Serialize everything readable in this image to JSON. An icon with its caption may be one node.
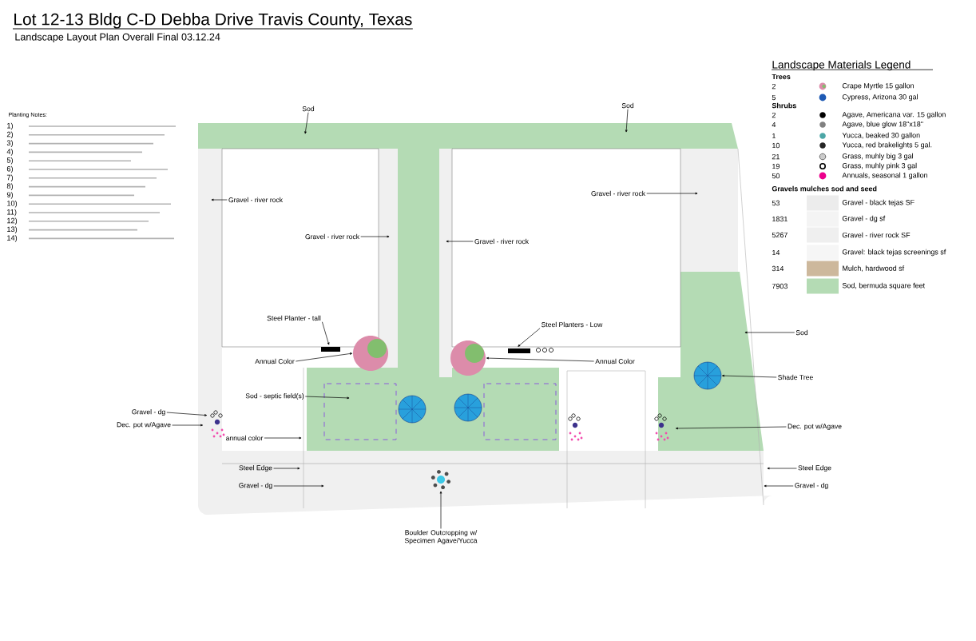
{
  "diagram": {
    "title": "Lot 12-13 Bldg C-D Debba Drive Travis County, Texas",
    "caption": "Landscape Layout Plan Overall Final 03.12.24",
    "nodes": [
      {
        "text": [
          "Sod"
        ]
      },
      {
        "text": [
          "Sod"
        ]
      },
      {
        "text": [
          "Gravel - river rock"
        ]
      },
      {
        "text": [
          "Gravel - river rock"
        ]
      },
      {
        "text": [
          "Gravel - river rock"
        ]
      },
      {
        "text": [
          "Gravel - river rock"
        ]
      },
      {
        "text": [
          "Steel Planter - tall"
        ]
      },
      {
        "text": [
          "Steel Planters - Low"
        ]
      },
      {
        "text": [
          "Annual Color"
        ]
      },
      {
        "text": [
          "Annual Color"
        ]
      },
      {
        "text": [
          "Sod - septic field(s)"
        ]
      },
      {
        "text": [
          "Sod"
        ]
      },
      {
        "text": [
          "Shade Tree"
        ]
      },
      {
        "text": [
          "Gravel - dg"
        ]
      },
      {
        "text": [
          "Dec. pot w/Agave"
        ]
      },
      {
        "text": [
          "annual color"
        ]
      },
      {
        "text": [
          "Dec. pot w/Agave"
        ]
      },
      {
        "text": [
          "Steel Edge"
        ]
      },
      {
        "text": [
          "Steel Edge"
        ]
      },
      {
        "text": [
          "Gravel - dg"
        ]
      },
      {
        "text": [
          "Gravel - dg"
        ]
      },
      {
        "text": [
          "Boulder Outcropping w/ Specimen Agave/Yucca"
        ]
      },
      {
        "text": [],
        "shape": "picture"
      },
      {
        "text": [],
        "shape": "picture"
      },
      {
        "text": [],
        "shape": "picture"
      },
      {
        "text": [],
        "shape": "picture"
      },
      {
        "text": [],
        "shape": "picture"
      }
    ],
    "edges": [
      {
        "from": 0,
        "to": null,
        "arrow": "to"
      },
      {
        "from": 1,
        "to": null,
        "arrow": "to"
      },
      {
        "from": 2,
        "to": null,
        "arrow": "to"
      },
      {
        "from": 3,
        "to": null,
        "arrow": "to"
      },
      {
        "from": 4,
        "to": null,
        "arrow": "to"
      },
      {
        "from": 5,
        "to": null,
        "arrow": "to"
      },
      {
        "from": 6,
        "to": null,
        "arrow": "to"
      },
      {
        "from": 7,
        "to": null,
        "arrow": "to"
      },
      {
        "from": 8,
        "to": 22,
        "arrow": "to"
      },
      {
        "from": 9,
        "to": 23,
        "arrow": "to"
      },
      {
        "from": 10,
        "to": null,
        "arrow": "to"
      },
      {
        "from": 11,
        "to": null,
        "arrow": "to"
      },
      {
        "from": 12,
        "to": 26,
        "arrow": "to"
      },
      {
        "from": 13,
        "to": 24,
        "arrow": "to"
      },
      {
        "from": 14,
        "to": 24,
        "arrow": "to"
      },
      {
        "from": 15,
        "to": null,
        "arrow": "to"
      },
      {
        "from": 16,
        "to": 25,
        "arrow": "to"
      },
      {
        "from": 17,
        "to": null,
        "arrow": "to"
      },
      {
        "from": 18,
        "to": null,
        "arrow": "to"
      },
      {
        "from": 19,
        "to": null,
        "arrow": "to"
      },
      {
        "from": 20,
        "to": null,
        "arrow": "to"
      },
      {
        "from": 21,
        "to": null,
        "arrow": "to"
      }
    ],
    "labels": [
      "Landscape Materials Legend",
      "Trees",
      "2",
      "5",
      "Shrubs",
      "2",
      "4",
      "1",
      "10",
      "21",
      "19",
      "50",
      "Gravels mulches sod and seed",
      "53",
      "1831",
      "5267",
      "14",
      "314",
      "7903",
      "Planting Notes:",
      "1)",
      "2)",
      "3)",
      "4)",
      "5)",
      "6)",
      "7)",
      "8)",
      "9)",
      "10)",
      "11)",
      "12)",
      "13)",
      "14)"
    ],
    "legend": [
      {
        "text": "Crape Myrtle 15 gallon"
      },
      {
        "text": "Cypress, Arizona 30 gal"
      },
      {
        "text": "Agave, Americana var. 15 gallon"
      },
      {
        "text": "Agave, blue glow 18\"x18\""
      },
      {
        "text": "Yucca, beaked 30 gallon"
      },
      {
        "text": "Yucca, red brakelights 5 gal."
      },
      {
        "text": "Grass, muhly big 3 gal"
      },
      {
        "text": "Grass, muhly pink 3 gal"
      },
      {
        "text": "Annuals, seasonal 1 gallon"
      },
      {
        "text": "Gravel - black tejas SF",
        "color": "#ececec"
      },
      {
        "text": "Gravel - dg sf",
        "color": "#f4f4f4"
      },
      {
        "text": "Gravel - river rock SF",
        "color": "#efefef"
      },
      {
        "text": "Gravel: black tejas screenings sf",
        "color": "#f6f6f6"
      },
      {
        "text": "Mulch, hardwood sf",
        "color": "#cdb89c"
      },
      {
        "text": "Sod, bermuda square feet",
        "color": "#b4dbb4"
      }
    ]
  }
}
